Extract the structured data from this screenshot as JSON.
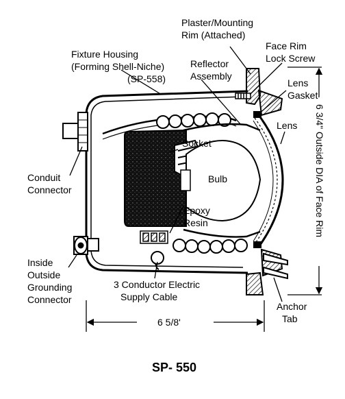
{
  "diagram": {
    "caption": "SP- 550",
    "labels": {
      "plaster_rim_1": "Plaster/Mounting",
      "plaster_rim_2": "Rim (Attached)",
      "face_rim_1": "Face Rim",
      "face_rim_2": "Lock Screw",
      "housing_1": "Fixture Housing",
      "housing_2": "(Forming Shell-Niche)",
      "housing_3": "(SP-558)",
      "reflector_1": "Reflector",
      "reflector_2": "Assembly",
      "lens_gasket_1": "Lens",
      "lens_gasket_2": "Gasket",
      "lens": "Lens",
      "socket": "Socket",
      "bulb": "Bulb",
      "epoxy_1": "Epoxy",
      "epoxy_2": "Resin",
      "conduit_1": "Conduit",
      "conduit_2": "Connector",
      "ground_1": "Inside",
      "ground_2": "Outside",
      "ground_3": "Grounding",
      "ground_4": "Connector",
      "cable_1": "3 Conductor Electric",
      "cable_2": "Supply Cable",
      "anchor_1": "Anchor",
      "anchor_2": "Tab",
      "width_dim": "6 5/8'",
      "diameter_dim": "6 3/4\" Outside DIA of Face Rim"
    }
  }
}
